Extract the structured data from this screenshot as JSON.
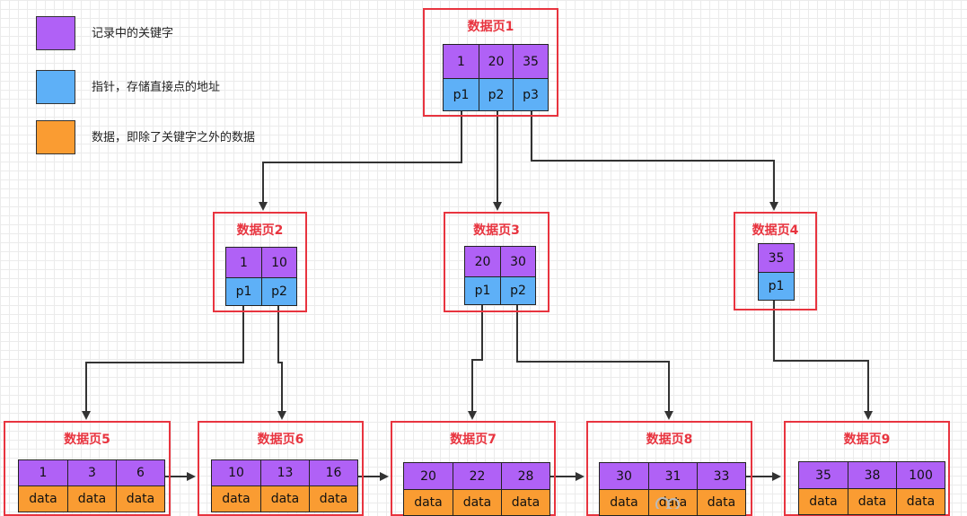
{
  "legend": [
    {
      "label": "记录中的关键字",
      "color": "#b061f6"
    },
    {
      "label": "指针，存储直接点的地址",
      "color": "#5eb0f7"
    },
    {
      "label": "数据，即除了关键字之外的数据",
      "color": "#fa9c32"
    }
  ],
  "pages": [
    {
      "title": "数据页1",
      "keys": [
        "1",
        "20",
        "35"
      ],
      "pointers": [
        "p1",
        "p2",
        "p3"
      ]
    },
    {
      "title": "数据页2",
      "keys": [
        "1",
        "10"
      ],
      "pointers": [
        "p1",
        "p2"
      ]
    },
    {
      "title": "数据页3",
      "keys": [
        "20",
        "30"
      ],
      "pointers": [
        "p1",
        "p2"
      ]
    },
    {
      "title": "数据页4",
      "keys": [
        "35"
      ],
      "pointers": [
        "p1"
      ]
    },
    {
      "title": "数据页5",
      "keys": [
        "1",
        "3",
        "6"
      ],
      "data": [
        "data",
        "data",
        "data"
      ]
    },
    {
      "title": "数据页6",
      "keys": [
        "10",
        "13",
        "16"
      ],
      "data": [
        "data",
        "data",
        "data"
      ]
    },
    {
      "title": "数据页7",
      "keys": [
        "20",
        "22",
        "28"
      ],
      "data": [
        "data",
        "data",
        "data"
      ]
    },
    {
      "title": "数据页8",
      "keys": [
        "30",
        "31",
        "33"
      ],
      "data": [
        "data",
        "data",
        "data"
      ]
    },
    {
      "title": "数据页9",
      "keys": [
        "35",
        "38",
        "100"
      ],
      "data": [
        "data",
        "data",
        "data"
      ]
    }
  ]
}
